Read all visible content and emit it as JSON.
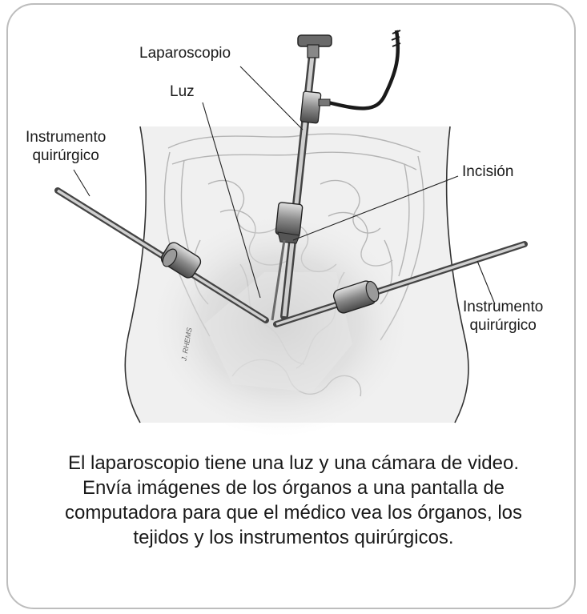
{
  "labels": {
    "laparoscope": "Laparoscopio",
    "light": "Luz",
    "instrument_left": "Instrumento\nquirúrgico",
    "incision": "Incisión",
    "instrument_right": "Instrumento\nquirúrgico"
  },
  "caption": "El laparoscopio tiene una luz y una cámara de video. Envía imágenes de los órganos a una pantalla de computadora para que el médico vea los órganos, los tejidos y los instrumentos quirúrgicos.",
  "signature": "J. RHEMS"
}
